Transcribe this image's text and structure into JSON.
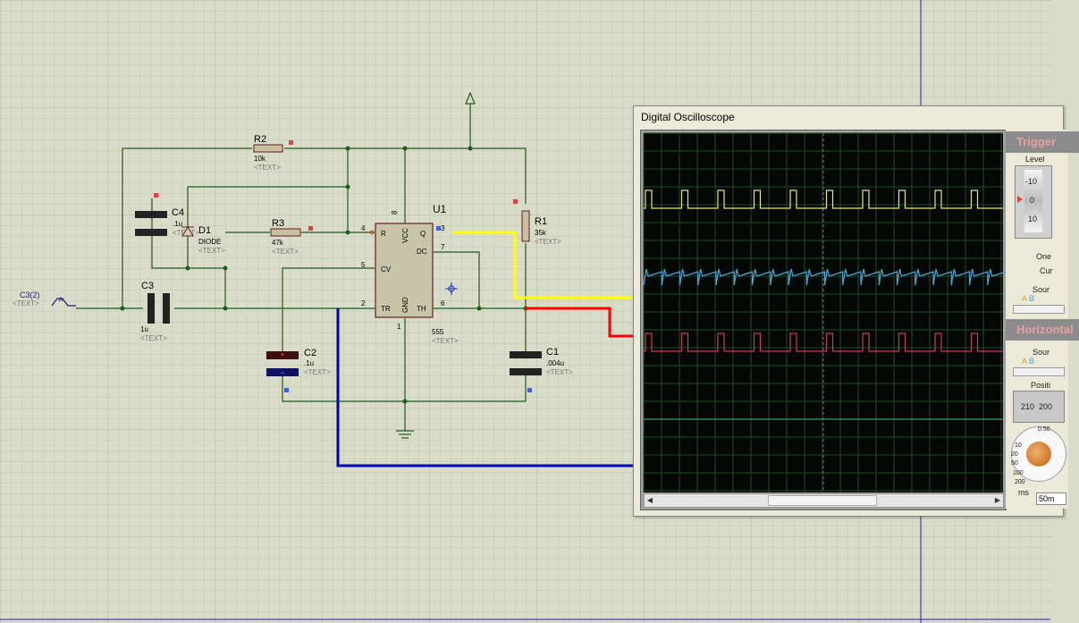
{
  "schematic": {
    "probe_label": "C3(2)",
    "text_placeholder": "<TEXT>",
    "components": {
      "r2": {
        "ref": "R2",
        "value": "10k"
      },
      "r3": {
        "ref": "R3",
        "value": "47k"
      },
      "r1": {
        "ref": "R1",
        "value": "35k"
      },
      "c4": {
        "ref": "C4",
        "value": ".1u"
      },
      "d1": {
        "ref": "D1",
        "value": "DIODE"
      },
      "c3": {
        "ref": "C3",
        "value": "1u"
      },
      "c2": {
        "ref": "C2",
        "value": ".1u"
      },
      "c1": {
        "ref": "C1",
        "value": ".004u"
      },
      "u1": {
        "ref": "U1",
        "value": "555"
      }
    },
    "ic_pins": {
      "r": "R",
      "vcc": "VCC",
      "q": "Q",
      "dc": "DC",
      "cv": "CV",
      "tr": "TR",
      "gnd": "GND",
      "th": "TH",
      "n4": "4",
      "n8": "8",
      "n3": "3",
      "n7": "7",
      "n5": "5",
      "n2": "2",
      "n1": "1",
      "n6": "6"
    }
  },
  "oscilloscope": {
    "title": "Digital Oscilloscope",
    "trigger_header": "Trigger",
    "level_label": "Level",
    "level_ticks": [
      "-10",
      "0",
      "10"
    ],
    "one_label": "One",
    "cur_label": "Cur",
    "source_label": "Sour",
    "source_channels": [
      "A",
      "B"
    ],
    "horizontal_header": "Horizontal",
    "position_label": "Positi",
    "position_values": [
      "210",
      "200"
    ],
    "dial_ticks": [
      "0.50",
      "10",
      "20",
      "50",
      "100",
      "200"
    ],
    "dial_unit": "ms",
    "timebase_value": "50m"
  },
  "colors": {
    "channel_a": "#e6e67a",
    "channel_b": "#4aa8d8",
    "channel_c": "#c83c5c",
    "channel_d": "#3a9a6a",
    "wire_yellow": "#ffff00",
    "wire_red": "#ff0000",
    "wire_blue": "#0000b4",
    "schematic_wire": "#1f5a1f"
  }
}
